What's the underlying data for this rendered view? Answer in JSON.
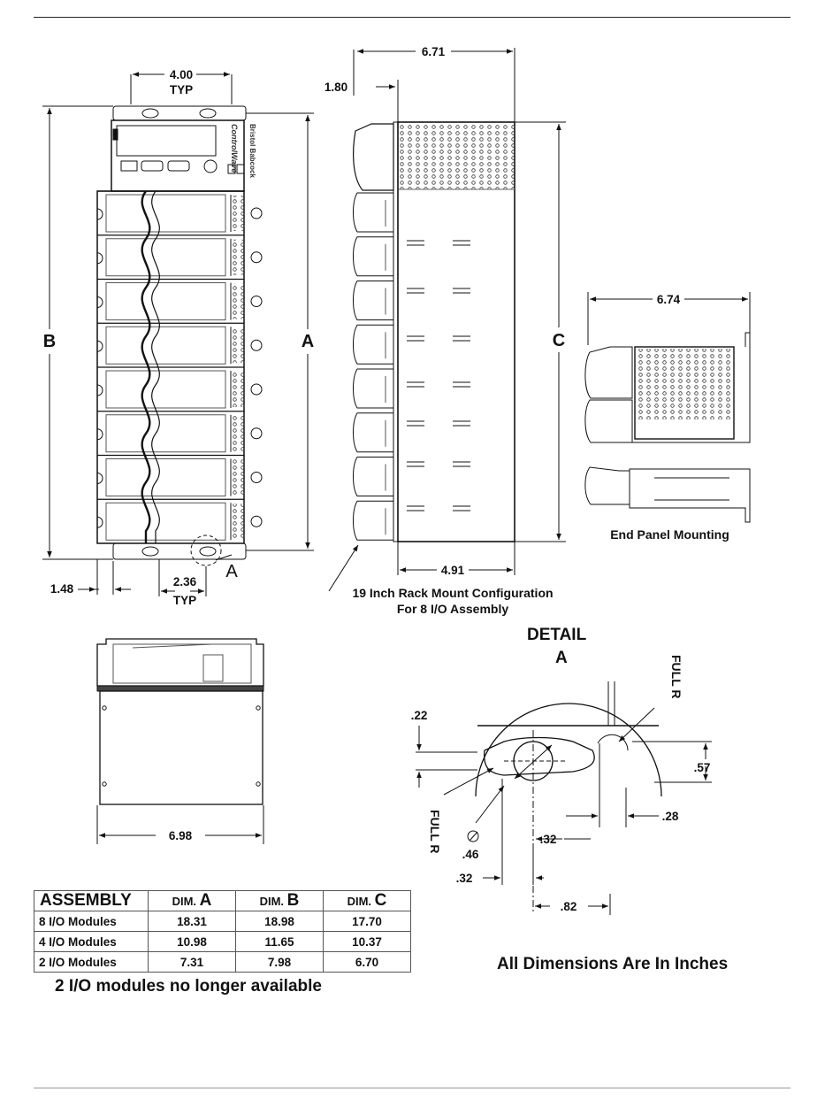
{
  "dims": {
    "top_width": "4.00",
    "typ": "TYP",
    "side_depth": "6.71",
    "side_offset": "1.80",
    "label_b": "B",
    "label_a": "A",
    "label_c": "C",
    "end_panel_depth": "6.74",
    "side_offset_bottom": "1.48",
    "hole_spacing": "2.36",
    "side_base": "4.91",
    "bottom_width": "6.98",
    "detail_tag": "A",
    "callout_a": "A"
  },
  "front_panel": {
    "brand": "Bristol Babcock",
    "model": "ControlWave"
  },
  "captions": {
    "rack_line1": "19 Inch Rack Mount Configuration",
    "rack_line2": "For 8 I/O Assembly",
    "end_panel": "End Panel Mounting",
    "all_dims": "All Dimensions Are In Inches",
    "detail_title": "DETAIL",
    "detail_sub": "A"
  },
  "detail": {
    "d22": ".22",
    "d57": ".57",
    "d28": ".28",
    "d32a": ".32",
    "d46": ".46",
    "d32b": ".32",
    "d82": ".82",
    "full_r": "FULL R"
  },
  "table": {
    "header": [
      "ASSEMBLY",
      "DIM.",
      "A",
      "DIM.",
      "B",
      "DIM.",
      "C"
    ],
    "rows": [
      {
        "name": "8 I/O Modules",
        "a": "18.31",
        "b": "18.98",
        "c": "17.70"
      },
      {
        "name": "4 I/O Modules",
        "a": "10.98",
        "b": "11.65",
        "c": "10.37"
      },
      {
        "name": "2 I/O Modules",
        "a": "7.31",
        "b": "7.98",
        "c": "6.70"
      }
    ],
    "note": "2 I/O modules no longer available"
  }
}
